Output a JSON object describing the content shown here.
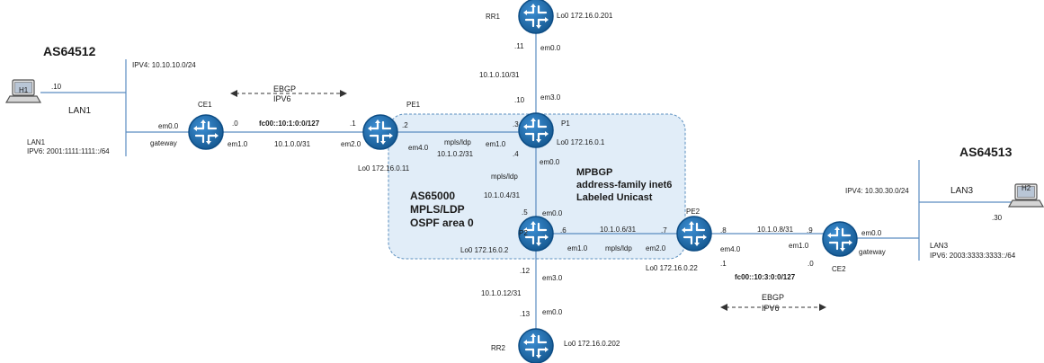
{
  "as": {
    "left": "AS64512",
    "right": "AS64513",
    "core": "AS65000",
    "core_l2": "MPLS/LDP",
    "core_l3": "OSPF area 0"
  },
  "mpbgp": {
    "l1": "MPBGP",
    "l2": "address-family inet6",
    "l3": "Labeled Unicast"
  },
  "ebgp_left": {
    "l1": "EBGP",
    "l2": "IPV6"
  },
  "ebgp_right": {
    "l1": "EBGP",
    "l2": "IPV6"
  },
  "nodes": {
    "rr1": {
      "name": "RR1",
      "lo": "Lo0 172.16.0.201"
    },
    "rr2": {
      "name": "RR2",
      "lo": "Lo0 172.16.0.202"
    },
    "ce1": {
      "name": "CE1"
    },
    "pe1": {
      "name": "PE1",
      "lo": "Lo0 172.16.0.11"
    },
    "p1": {
      "name": "P1",
      "lo": "Lo0 172.16.0.1"
    },
    "p2": {
      "name": "P2",
      "lo": "Lo0 172.16.0.2"
    },
    "pe2": {
      "name": "PE2",
      "lo": "Lo0 172.16.0.22"
    },
    "ce2": {
      "name": "CE2"
    },
    "h1": {
      "name": "H1"
    },
    "h2": {
      "name": "H2"
    }
  },
  "lan1": {
    "name": "LAN1",
    "ipv4": "IPV4: 10.10.10.0/24",
    "h1_addr": ".10",
    "v6_title": "LAN1",
    "v6": "IPV6: 2001:1111:1111::/64",
    "gateway": "gateway",
    "em": "em0.0"
  },
  "lan3": {
    "name": "LAN3",
    "ipv4": "IPV4: 10.30.30.0/24",
    "h2_addr": ".30",
    "v6_title": "LAN3",
    "v6": "IPV6: 2003:3333:3333::/64",
    "gateway": "gateway",
    "em": "em0.0"
  },
  "links": {
    "ce1_pe1": {
      "ce_addr": ".0",
      "pe_addr": ".1",
      "v6net": "fc00::10:1:0:0/127",
      "v4net": "10.1.0.0/31",
      "ce_if": "em1.0",
      "pe_if": "em2.0"
    },
    "pe1_p1": {
      "pe_addr": ".2",
      "p_addr": ".3",
      "mpls": "mpls/ldp",
      "net": "10.1.0.2/31",
      "pe_if": "em4.0",
      "p_if": "em1.0"
    },
    "rr1_p1": {
      "rr_addr": ".11",
      "rr_if": "em0.0",
      "net": "10.1.0.10/31",
      "p_addr": ".10",
      "p_if": "em3.0"
    },
    "p1_p2": {
      "p1_if": "em0.0",
      "p1_addr": ".4",
      "mpls": "mpls/ldp",
      "net": "10.1.0.4/31",
      "p2_addr": ".5",
      "p2_if": "em0.0"
    },
    "p2_pe2": {
      "p2_addr": ".6",
      "net": "10.1.0.6/31",
      "pe_addr": ".7",
      "p2_if": "em1.0",
      "mpls": "mpls/ldp",
      "pe_if": "em2.0"
    },
    "pe2_ce2": {
      "pe_addr": ".8",
      "net": "10.1.0.8/31",
      "ce_addr": ".9",
      "pe_if": "em4.0",
      "ce_if": "em1.0",
      "pe_v6addr": ".1",
      "ce_v6addr": ".0",
      "v6net": "fc00::10:3:0:0/127"
    },
    "p2_rr2": {
      "p2_addr": ".12",
      "p2_if": "em3.0",
      "net": "10.1.0.12/31",
      "rr_addr": ".13",
      "rr_if": "em0.0"
    }
  },
  "colors": {
    "router_fill": "#1e6fb3",
    "router_ring": "#0d4d85",
    "domain_fill": "#e1edf8",
    "domain_stroke": "#5b8fbf",
    "line": "#5a8cc0"
  }
}
